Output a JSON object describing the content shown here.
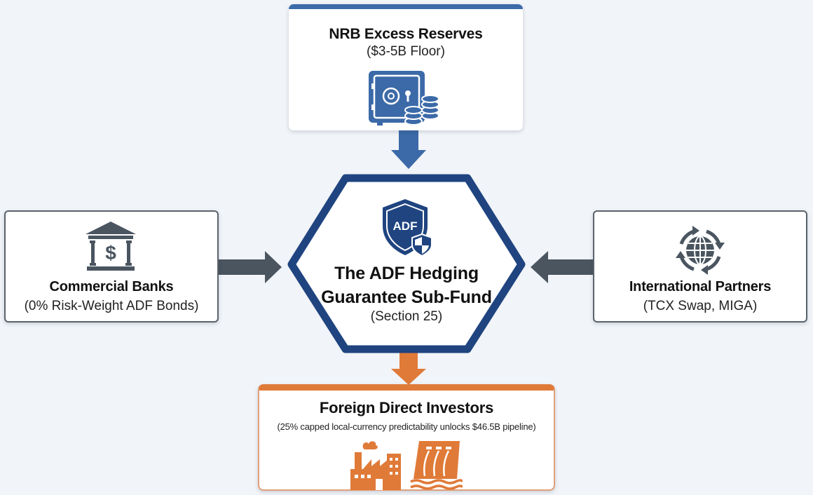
{
  "diagram": {
    "colors": {
      "primary_blue": "#1f4480",
      "accent_blue": "#3c6aa8",
      "slate": "#4a5560",
      "orange": "#e07a38",
      "background": "#f1f4f8"
    },
    "top_node": {
      "title": "NRB Excess Reserves",
      "subtitle": "($3-5B Floor)",
      "icon": "safe-with-coins-icon"
    },
    "center_node": {
      "icon_label": "ADF",
      "icon": "shield-icon",
      "title_line1": "The ADF Hedging",
      "title_line2": "Guarantee Sub-Fund",
      "subtitle": "(Section 25)"
    },
    "left_node": {
      "title": "Commercial Banks",
      "subtitle": "(0% Risk-Weight ADF Bonds)",
      "icon": "bank-icon",
      "icon_symbol": "$"
    },
    "right_node": {
      "title": "International Partners",
      "subtitle": "(TCX Swap, MIGA)",
      "icon": "globe-exchange-icon"
    },
    "bottom_node": {
      "title": "Foreign Direct Investors",
      "subtitle": "(25% capped local-currency predictability unlocks $46.5B pipeline)",
      "icons": [
        "factory-icon",
        "hydro-dam-icon"
      ]
    },
    "edges": [
      {
        "from": "top_node",
        "to": "center_node",
        "color": "#3c6aa8"
      },
      {
        "from": "left_node",
        "to": "center_node",
        "color": "#4a5560"
      },
      {
        "from": "right_node",
        "to": "center_node",
        "color": "#4a5560"
      },
      {
        "from": "center_node",
        "to": "bottom_node",
        "color": "#e07a38"
      }
    ]
  }
}
